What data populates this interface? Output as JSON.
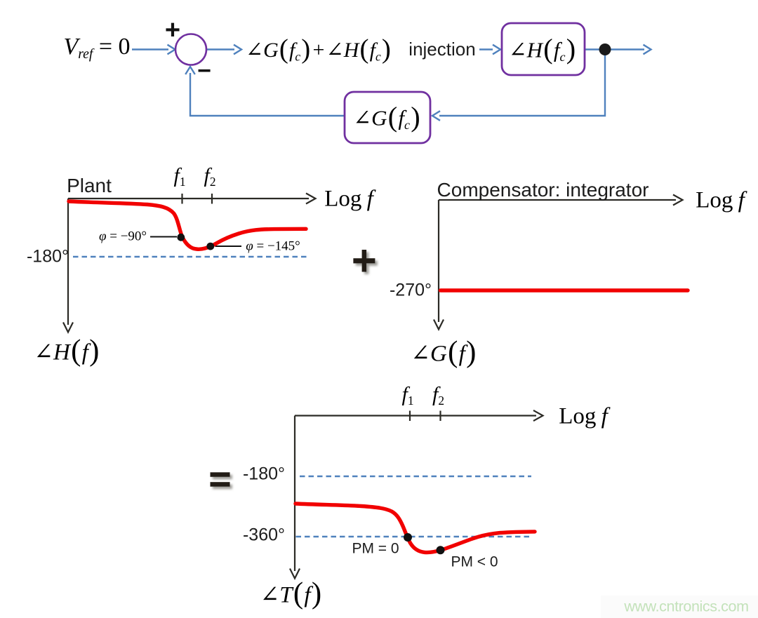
{
  "colors": {
    "connector_blue": "#4f81bd",
    "shape_purple": "#7030a0",
    "curve_red": "#f10000",
    "dashed_blue": "#4f81bd",
    "axis_dark": "#2b2a25",
    "marker_black": "#111111",
    "operator_dark": "#211c13",
    "watermark_green": "#c5e3bc"
  },
  "block_diagram": {
    "input": {
      "var": "V",
      "sub": "ref",
      "rest": " = 0"
    },
    "sum_plus": "+",
    "sum_minus": "−",
    "sum_expr": {
      "angle": "∠",
      "g": "G",
      "h": "H",
      "open": "(",
      "close": ")",
      "f": "f",
      "sub": "c",
      "plus": "+"
    },
    "injection_label": "injection",
    "h_block": {
      "angle": "∠",
      "letter": "H",
      "open": "(",
      "f": "f",
      "sub": "c",
      "close": ")"
    },
    "g_block": {
      "angle": "∠",
      "letter": "G",
      "open": "(",
      "f": "f",
      "sub": "c",
      "close": ")"
    }
  },
  "plant_plot": {
    "title": "Plant",
    "x_label": {
      "log": "Log",
      "f": "f"
    },
    "y_label": {
      "angle": "∠",
      "letter": "H",
      "open": "(",
      "f": "f",
      "close": ")"
    },
    "tick1": {
      "f": "f",
      "sub": "1"
    },
    "tick2": {
      "f": "f",
      "sub": "2"
    },
    "ref_line_label": "-180°",
    "marker1_label": {
      "phi": "φ",
      "rest": " = −90°"
    },
    "marker2_label": {
      "phi": "φ",
      "rest": " = −145°"
    }
  },
  "plus_operator": "+",
  "compensator_plot": {
    "title": "Compensator: integrator",
    "x_label": {
      "log": "Log",
      "f": "f"
    },
    "y_label": {
      "angle": "∠",
      "letter": "G",
      "open": "(",
      "f": "f",
      "close": ")"
    },
    "line_label": "-270°"
  },
  "equals_operator": "=",
  "total_plot": {
    "x_label": {
      "log": "Log",
      "f": "f"
    },
    "y_label": {
      "angle": "∠",
      "letter": "T",
      "open": "(",
      "f": "f",
      "close": ")"
    },
    "tick1": {
      "f": "f",
      "sub": "1"
    },
    "tick2": {
      "f": "f",
      "sub": "2"
    },
    "ref_line1_label": "-180°",
    "ref_line2_label": "-360°",
    "marker1_label": "PM = 0",
    "marker2_label": "PM < 0"
  },
  "watermark": "www.cntronics.com"
}
